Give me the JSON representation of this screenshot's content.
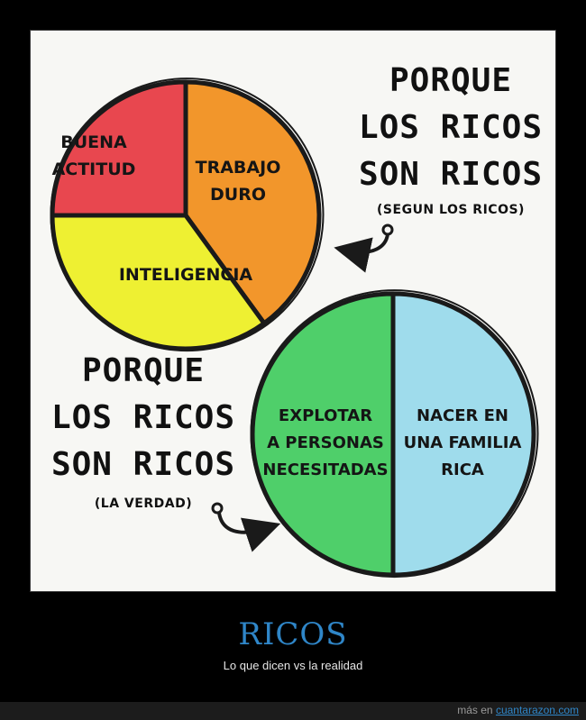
{
  "chart_data": [
    {
      "type": "pie",
      "categories": [
        "BUENA ACTITUD",
        "TRABAJO DURO",
        "INTELIGENCIA"
      ],
      "values": [
        25,
        40,
        35
      ],
      "title": "PORQUE LOS RICOS SON RICOS",
      "subtitle": "(SEGUN LOS RICOS)"
    },
    {
      "type": "pie",
      "categories": [
        "EXPLOTAR A PERSONAS NECESITADAS",
        "NACER EN UNA FAMILIA RICA"
      ],
      "values": [
        50,
        50
      ],
      "title": "PORQUE LOS RICOS SON RICOS",
      "subtitle": "(LA VERDAD)"
    }
  ],
  "header1": {
    "lines": [
      "PORQUE",
      "LOS RICOS",
      "SON RICOS"
    ],
    "sub": "(SEGUN LOS RICOS)"
  },
  "header2": {
    "lines": [
      "PORQUE",
      "LOS RICOS",
      "SON RICOS"
    ],
    "sub": "(LA VERDAD)"
  },
  "pie1_labels": [
    [
      "BUENA",
      "ACTITUD"
    ],
    [
      "TRABAJO",
      "DURO"
    ],
    [
      "INTELIGENCIA"
    ]
  ],
  "pie2_labels": [
    [
      "EXPLOTAR",
      "A PERSONAS",
      "NECESITADAS"
    ],
    [
      "NACER EN",
      "UNA FAMILIA",
      "RICA"
    ]
  ],
  "colors": {
    "pie1": [
      "#e8474f",
      "#f2962b",
      "#eef032"
    ],
    "pie2": [
      "#4fcf6a",
      "#9fdcec"
    ],
    "outline": "#1a1a1a",
    "caption": "#2f86c8"
  },
  "caption": {
    "title": "RICOS",
    "subtitle": "Lo que dicen vs la realidad"
  },
  "footer": {
    "prefix": "más en",
    "link": "cuantarazon.com"
  }
}
